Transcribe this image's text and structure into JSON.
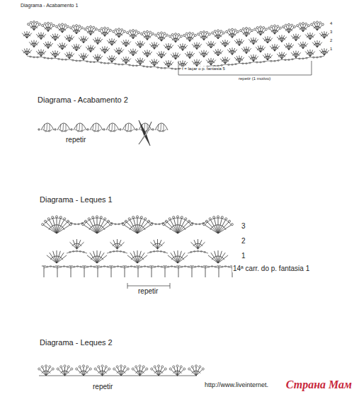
{
  "diagram": {
    "labels": [
      "Diagrama - Acabamento 1",
      "4",
      "3",
      "2",
      "1",
      "f = laçar o p. fantasia 5",
      "repetir (1 motivo)",
      "Diagrama - Acabamento 2",
      "repetir",
      "Diagrama - Leques 1",
      "3",
      "2",
      "1",
      "14ª carr. do p. fantasia 1",
      "repetir",
      "Diagrama - Leques 2",
      "repetir",
      "http://www.liveinternet.",
      "Страна Мам"
    ]
  }
}
